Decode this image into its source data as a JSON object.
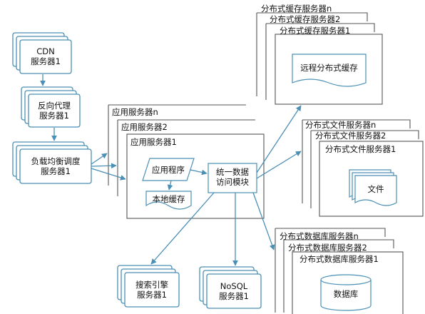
{
  "colors": {
    "stroke": "#4a8fb5",
    "frame": "#555555",
    "text": "#111111",
    "bg": "#ffffff"
  },
  "cdn": {
    "line1": "CDN",
    "line2": "服务器1"
  },
  "reverse_proxy": {
    "line1": "反向代理",
    "line2": "服务器1"
  },
  "load_balancer": {
    "line1": "负载均衡调度",
    "line2": "服务器1"
  },
  "app_servers": {
    "n": "应用服务器n",
    "s2": "应用服务器2",
    "s1": "应用服务器1",
    "program": "应用程序",
    "local_cache": "本地缓存",
    "access_line1": "统一数据",
    "access_line2": "访问模块"
  },
  "cache_servers": {
    "n": "分布式缓存服务器n",
    "s2": "分布式缓存服务器2",
    "s1": "分布式缓存服务器1",
    "remote_cache": "远程分布式缓存"
  },
  "file_servers": {
    "n": "分布式文件服务器n",
    "s2": "分布式文件服务器2",
    "s1": "分布式文件服务器1",
    "file": "文件"
  },
  "db_servers": {
    "n": "分布式数据库服务器n",
    "s2": "分布式数据库服务器2",
    "s1": "分布式数据库服务器1",
    "database": "数据库"
  },
  "search": {
    "line1": "搜索引擎",
    "line2": "服务器1"
  },
  "nosql": {
    "line1": "NoSQL",
    "line2": "服务器1"
  }
}
